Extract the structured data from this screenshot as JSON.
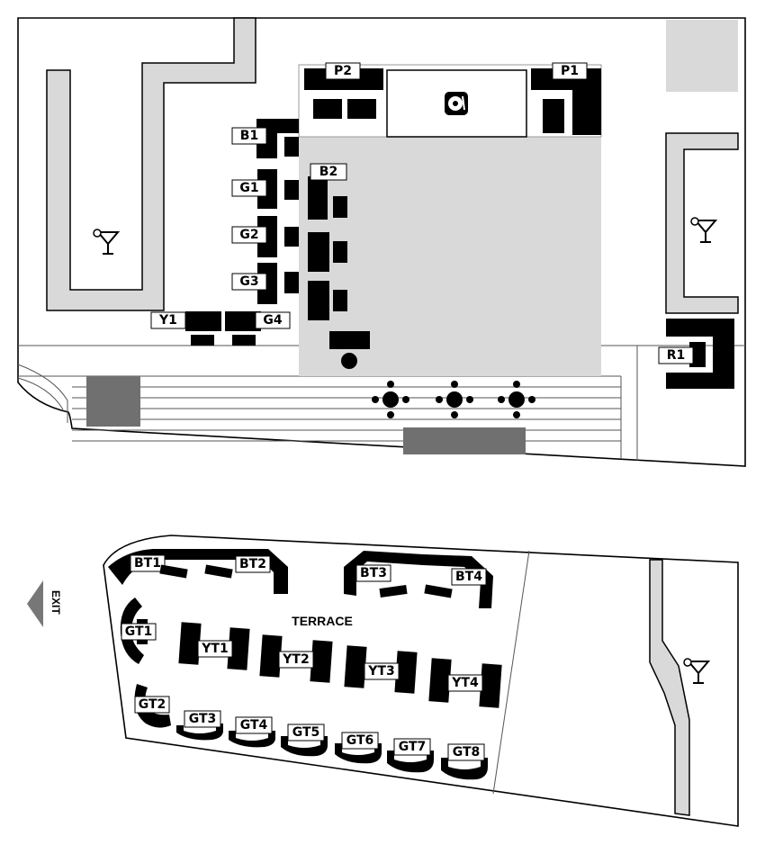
{
  "upper_floor": {
    "tables": {
      "p2": "P2",
      "p1": "P1",
      "b1": "B1",
      "b2": "B2",
      "g1": "G1",
      "g2": "G2",
      "g3": "G3",
      "y1": "Y1",
      "g4": "G4",
      "r1": "R1"
    },
    "icons": [
      "cocktail-icon",
      "turntable-icon"
    ]
  },
  "terrace_floor": {
    "area_label": "TERRACE",
    "exit_label": "EXIT",
    "tables": {
      "bt1": "BT1",
      "bt2": "BT2",
      "bt3": "BT3",
      "bt4": "BT4",
      "gt1": "GT1",
      "gt2": "GT2",
      "gt3": "GT3",
      "gt4": "GT4",
      "gt5": "GT5",
      "gt6": "GT6",
      "gt7": "GT7",
      "gt8": "GT8",
      "yt1": "YT1",
      "yt2": "YT2",
      "yt3": "YT3",
      "yt4": "YT4"
    },
    "icons": [
      "cocktail-icon",
      "exit-arrow-icon"
    ]
  },
  "colors": {
    "booth": "#000000",
    "dance_floor": "#d9d9d9",
    "bar_counter": "#d9d9d9",
    "dark_block": "#707070"
  }
}
